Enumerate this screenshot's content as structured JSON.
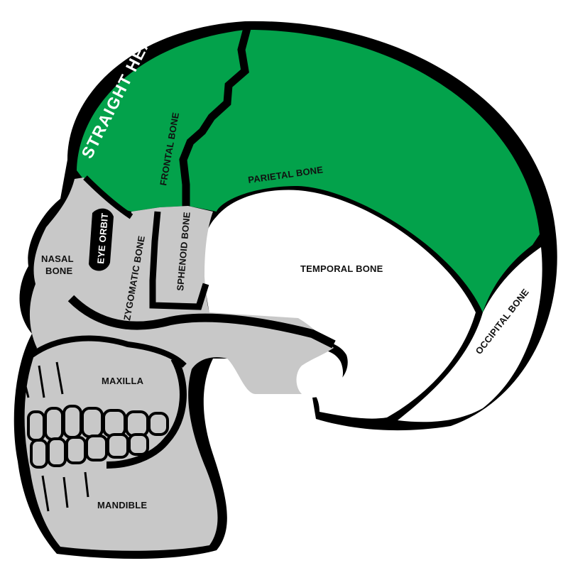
{
  "title": "STRAIGHT HEADBUTT",
  "labels": {
    "frontal_bone": "FRONTAL BONE",
    "parietal_bone": "PARIETAL BONE",
    "temporal_bone": "TEMPORAL BONE",
    "occipital_bone": "OCCIPITAL BONE",
    "sphenoid_bone": "SPHENOID BONE",
    "zygomatic_bone": "ZYGOMATIC BONE",
    "eye_orbit": "EYE ORBIT",
    "nasal_bone_line1": "NASAL",
    "nasal_bone_line2": "BONE",
    "maxilla": "MAXILLA",
    "mandible": "MANDIBLE"
  },
  "highlighted_regions": [
    "frontal_bone",
    "parietal_bone"
  ],
  "colors": {
    "highlight": "#03a24b",
    "bone": "#c8c8c8",
    "outline": "#000000",
    "background": "#ffffff"
  }
}
